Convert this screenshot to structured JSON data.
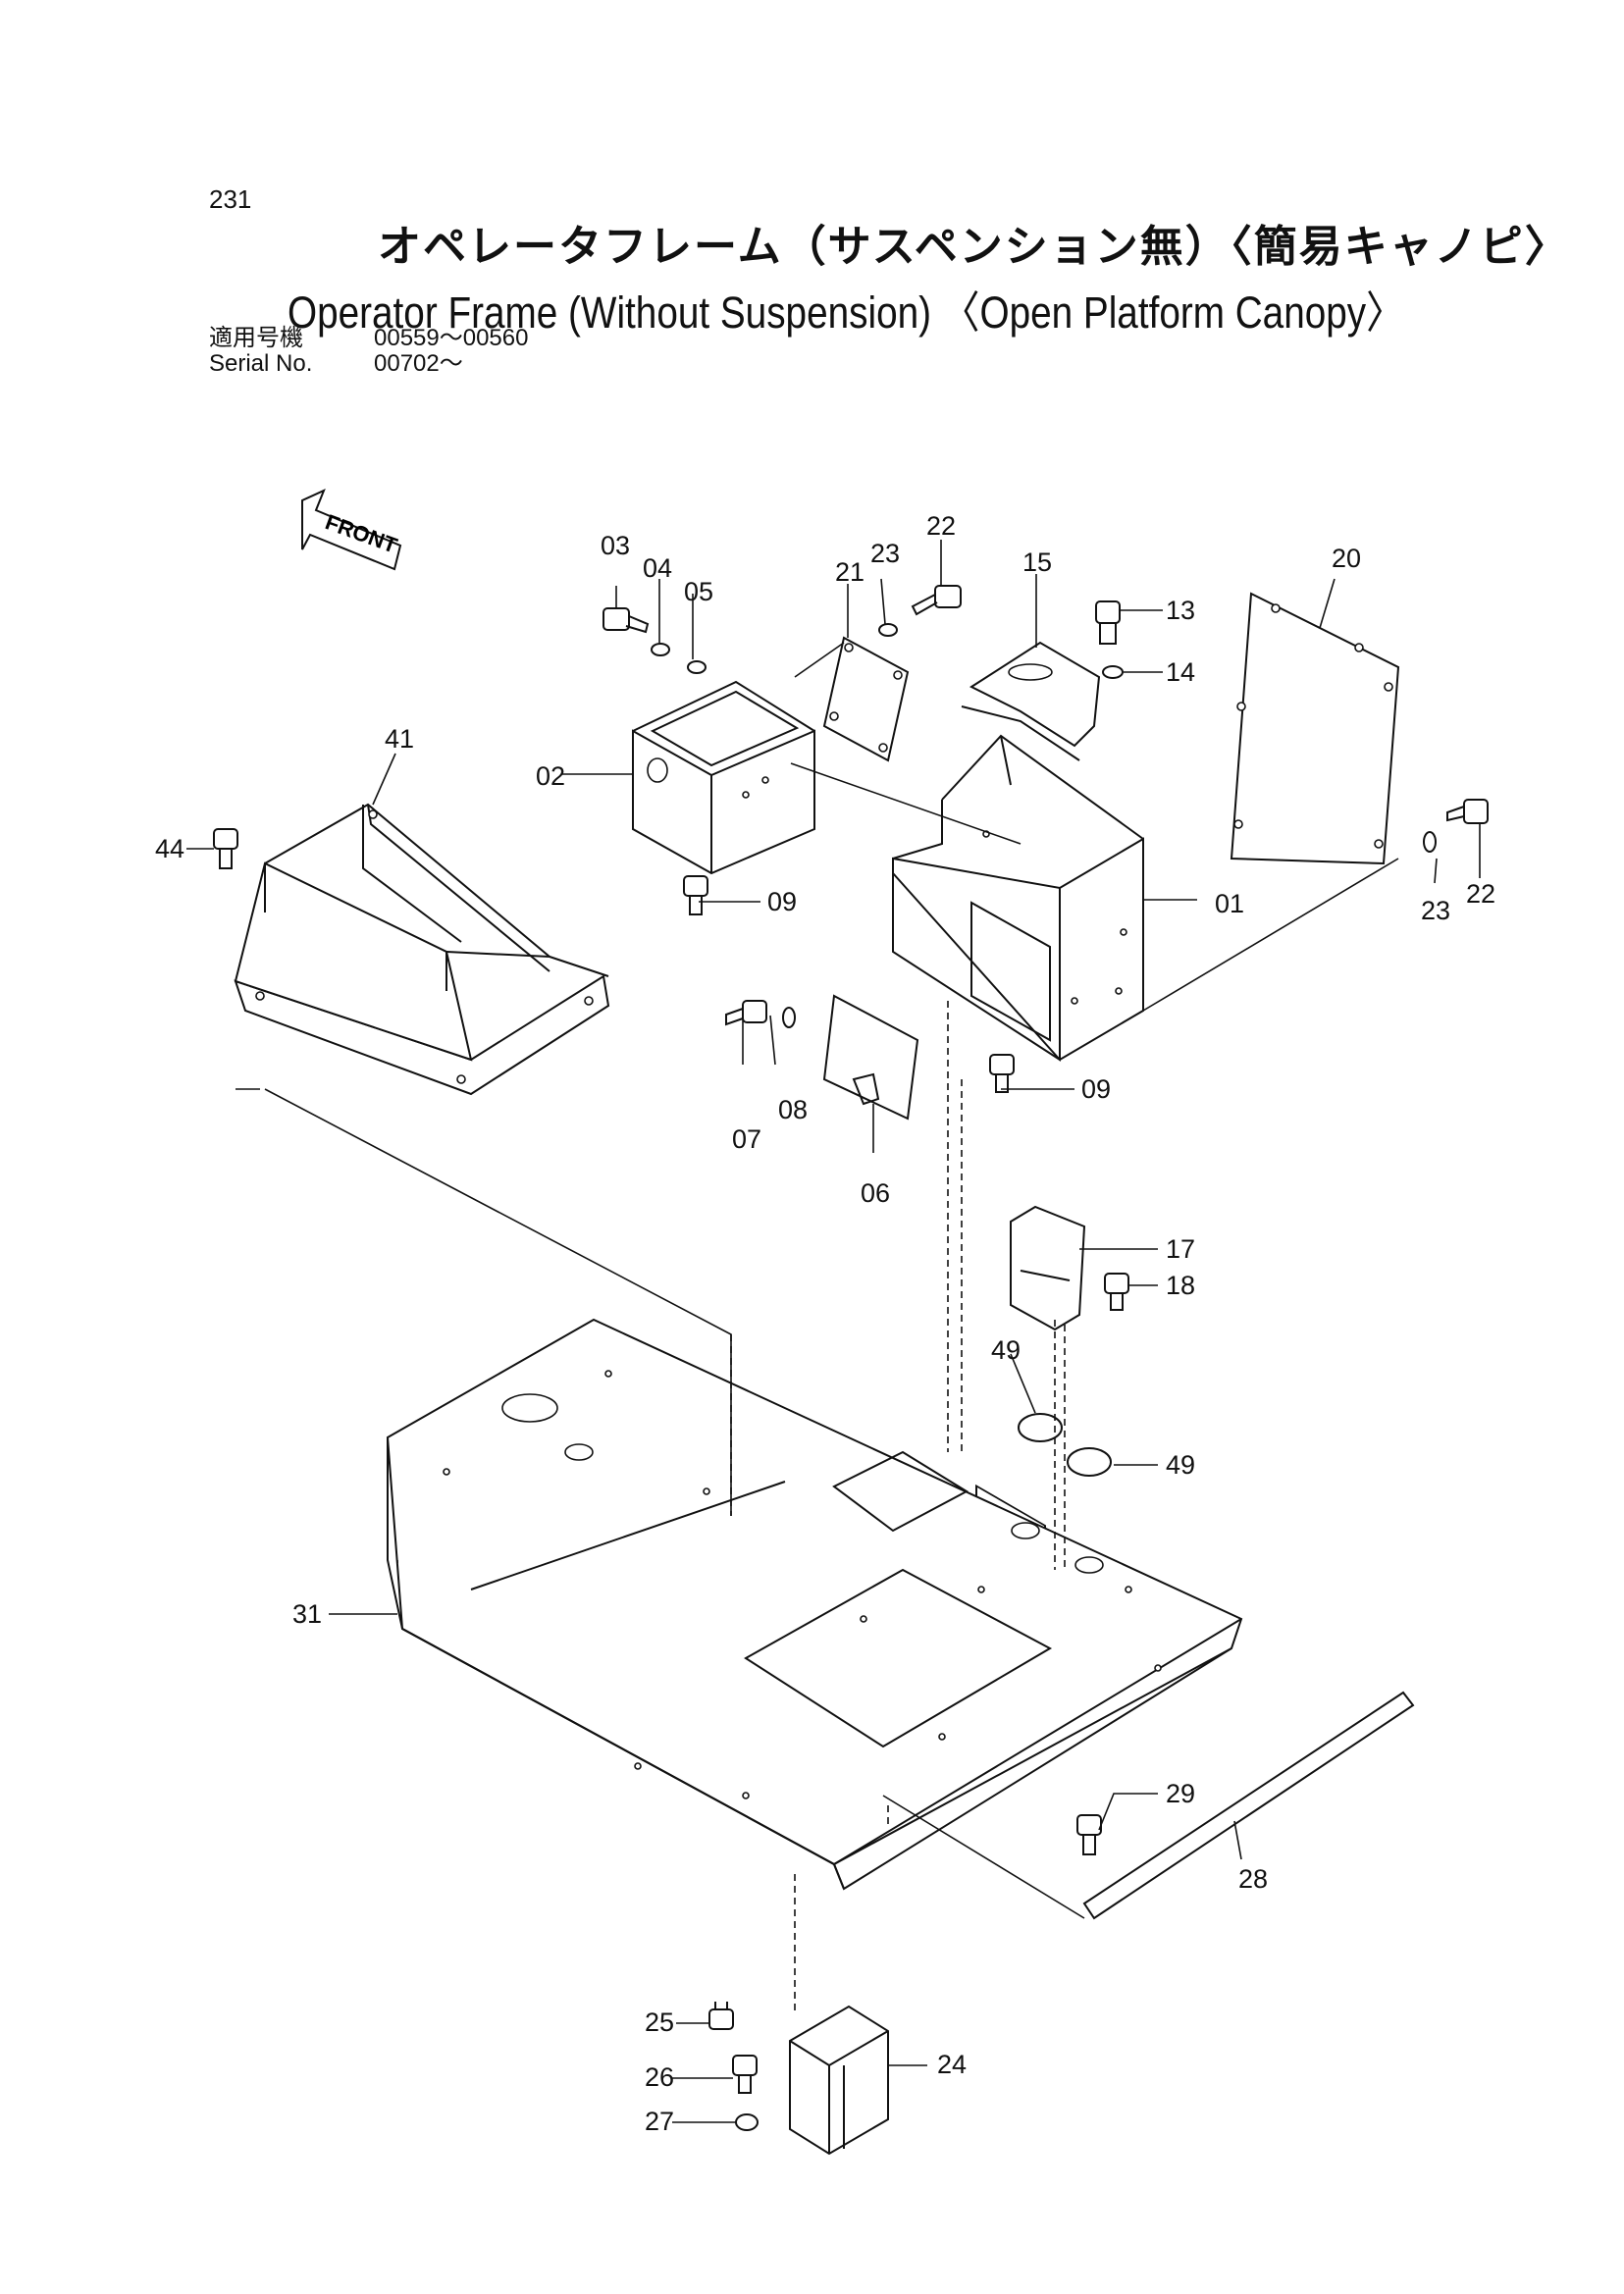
{
  "header": {
    "page_number": "231",
    "title_jp": "オペレータフレーム（サスペンション無）〈簡易キャノピ〉",
    "title_en": "Operator Frame (Without Suspension) 〈Open Platform Canopy〉",
    "serial_jp_label": "適用号機",
    "serial_jp_value": "00559～00560",
    "serial_en_label": "Serial No.",
    "serial_en_value": "00702～"
  },
  "front_arrow_label": "FRONT",
  "part_labels": {
    "p01": "01",
    "p02": "02",
    "p03": "03",
    "p04": "04",
    "p05": "05",
    "p06": "06",
    "p07": "07",
    "p08": "08",
    "p09a": "09",
    "p09b": "09",
    "p13": "13",
    "p14": "14",
    "p15": "15",
    "p17": "17",
    "p18": "18",
    "p20": "20",
    "p21": "21",
    "p22a": "22",
    "p22b": "22",
    "p23a": "23",
    "p23b": "23",
    "p24": "24",
    "p25": "25",
    "p26": "26",
    "p27": "27",
    "p28": "28",
    "p29": "29",
    "p31": "31",
    "p41": "41",
    "p44": "44",
    "p49a": "49",
    "p49b": "49"
  }
}
